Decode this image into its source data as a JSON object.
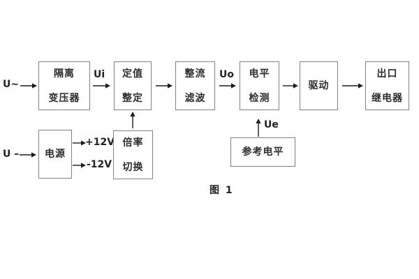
{
  "diagram": {
    "caption": "图 1",
    "colors": {
      "background": "#ffffff",
      "box_border": "#828282",
      "text": "#2d2d2d",
      "arrow": "#1c1c1c"
    },
    "inputs": {
      "ac_label": "U~",
      "dc_label": "U –"
    },
    "signal_labels": {
      "ui": "Ui",
      "uo": "Uo",
      "ue": "Ue"
    },
    "power_rails": {
      "positive": "+12V",
      "negative": "-12V"
    },
    "boxes": {
      "isolation_transformer": {
        "line1": "隔离",
        "line2": "变压器"
      },
      "setting_adjust": {
        "line1": "定值",
        "line2": "整定"
      },
      "rectify_filter": {
        "line1": "整流",
        "line2": "滤波"
      },
      "level_detect": {
        "line1": "电平",
        "line2": "检测"
      },
      "drive": {
        "line1": "驱动"
      },
      "output_relay": {
        "line1": "出口",
        "line2": "继电器"
      },
      "power_supply": {
        "line1": "电源"
      },
      "ratio_switch": {
        "line1": "倍率",
        "line2": "切换"
      },
      "reference_level": {
        "line1": "参考电平"
      }
    }
  }
}
